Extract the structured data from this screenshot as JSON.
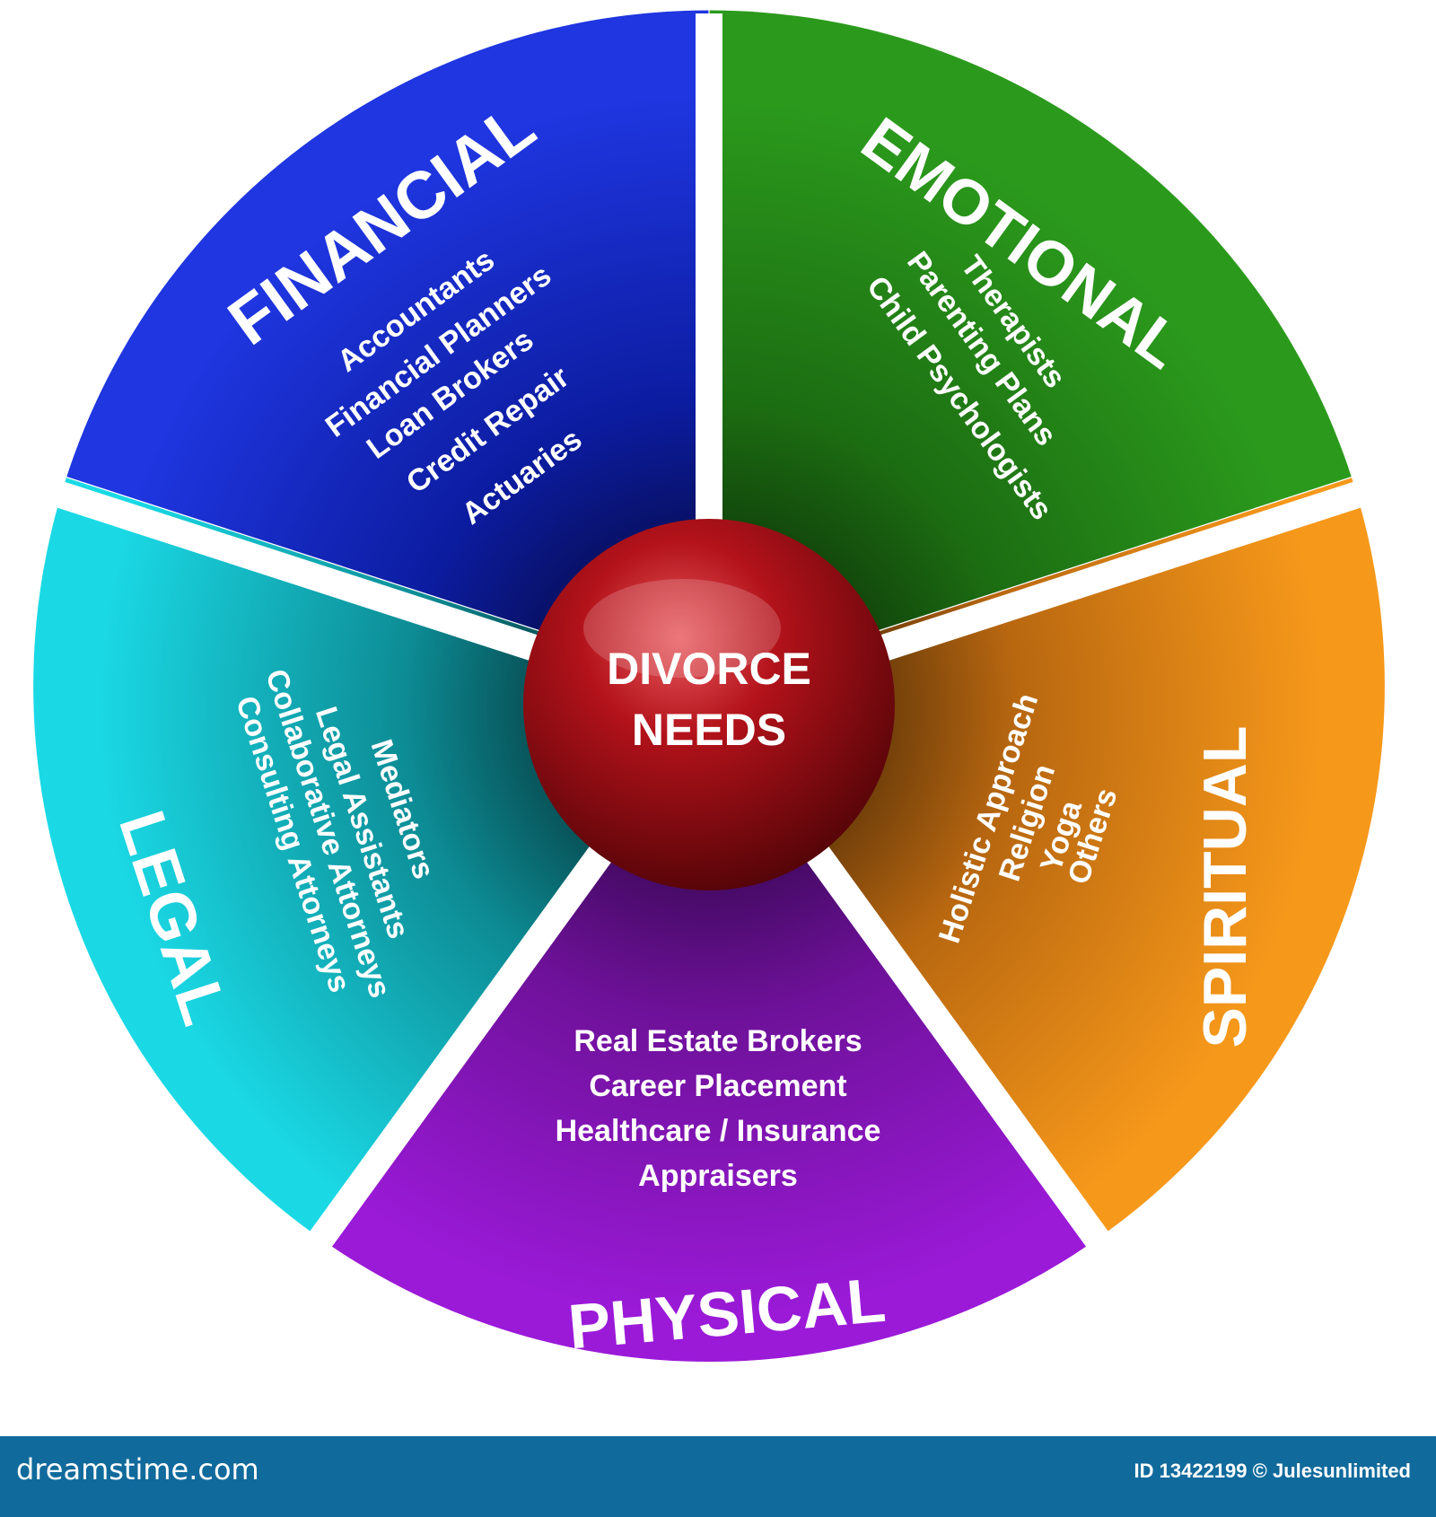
{
  "center": {
    "line1": "DIVORCE",
    "line2": "NEEDS",
    "color": "#b3121a"
  },
  "segments": [
    {
      "key": "financial",
      "title": "FINANCIAL",
      "items": [
        "Accountants",
        "Financial Planners",
        "Loan Brokers",
        "Credit Repair",
        "Actuaries"
      ],
      "color": "#1f36e0"
    },
    {
      "key": "emotional",
      "title": "EMOTIONAL",
      "items": [
        "Therapists",
        "Parenting Plans",
        "Child Psychologists"
      ],
      "color": "#2b9a1c"
    },
    {
      "key": "spiritual",
      "title": "SPIRITUAL",
      "items": [
        "Holistic Approach",
        "Religion",
        "Yoga",
        "Others"
      ],
      "color": "#f29316"
    },
    {
      "key": "physical",
      "title": "PHYSICAL",
      "items": [
        "Real Estate Brokers",
        "Career Placement",
        "Healthcare / Insurance",
        "Appraisers"
      ],
      "color": "#9b1ad8"
    },
    {
      "key": "legal",
      "title": "LEGAL",
      "items": [
        "Mediators",
        "Legal Assistants",
        "Collaborative Attorneys",
        "Consulting Attorneys"
      ],
      "color": "#19d1dd"
    }
  ],
  "footer": {
    "site": "dreamstime.com",
    "id_text": "ID 13422199 © Julesunlimited"
  }
}
